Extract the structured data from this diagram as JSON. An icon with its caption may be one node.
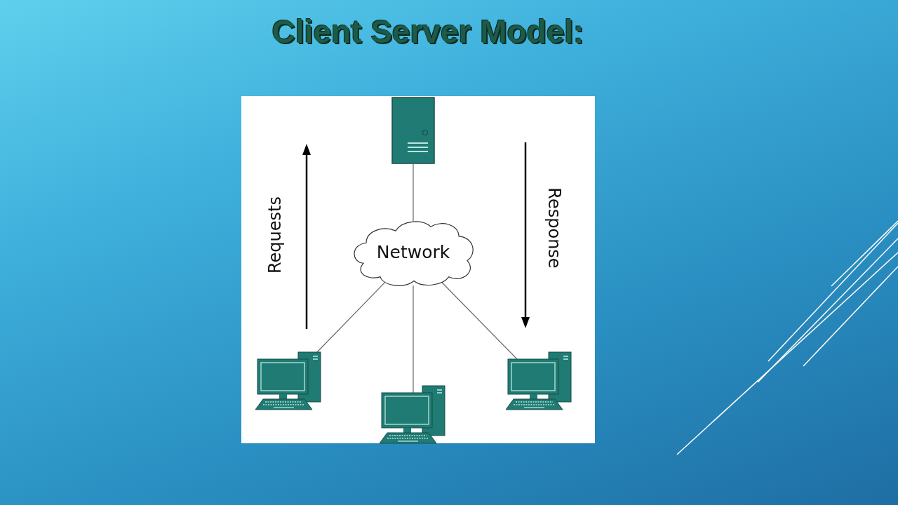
{
  "diagram": {
    "title": "Client Server Model:",
    "nodes": [
      {
        "text": [],
        "shape": "server"
      },
      {
        "text": [
          "Network"
        ]
      },
      {
        "text": [],
        "shape": "computer"
      },
      {
        "text": [],
        "shape": "computer"
      },
      {
        "text": [],
        "shape": "computer"
      }
    ],
    "edges": [
      {
        "from": 0,
        "to": 1,
        "arrow": "none"
      },
      {
        "from": 1,
        "to": 2,
        "arrow": "none"
      },
      {
        "from": 1,
        "to": 3,
        "arrow": "none"
      },
      {
        "from": 1,
        "to": 4,
        "arrow": "none"
      }
    ],
    "labels": [
      "Requests",
      "Response"
    ]
  }
}
